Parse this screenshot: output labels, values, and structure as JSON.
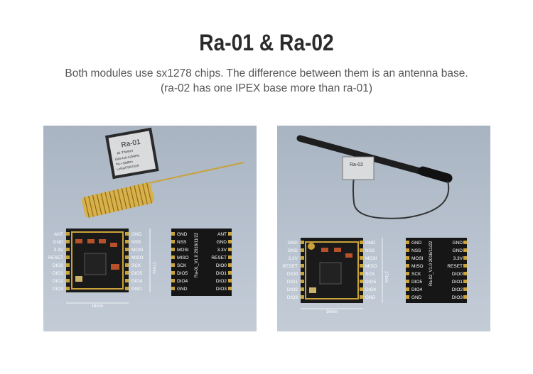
{
  "header": {
    "title": "Ra-01 & Ra-02",
    "line1": "Both modules use sx1278 chips. The difference between them is an antenna base.",
    "line2": "(ra-02 has one IPEX base more than ra-01)"
  },
  "ra01": {
    "chip_label": "Ra-01",
    "chip_lines": [
      "AI-Thinker",
      "ISM:410-525MHz",
      "PA:+18dBm",
      "LoRa/FSK/OOK"
    ],
    "left_pins": [
      "ANT",
      "GND",
      "3.3V",
      "RESET",
      "DIO0",
      "DIO1",
      "DIO2",
      "DIO3"
    ],
    "right_pins": [
      "GND",
      "NSS",
      "MOSI",
      "MISO",
      "SCK",
      "DIO5",
      "DIO4",
      "GND"
    ],
    "back_left_pins": [
      "GND",
      "NSS",
      "MOSI",
      "MISO",
      "SCK",
      "DIO5",
      "DIO4",
      "GND"
    ],
    "back_right_pins": [
      "ANT",
      "GND",
      "3.3V",
      "RESET",
      "DIO0",
      "DIO1",
      "DIO2",
      "DIO3"
    ],
    "back_text": "Ra-01_V1.0 2016/11/22",
    "width_dim": "16mm",
    "height_dim": "17mm"
  },
  "ra02": {
    "chip_label": "Ra-02",
    "left_pins": [
      "GND",
      "GND",
      "3.3V",
      "RESET",
      "DIO0",
      "DIO1",
      "DIO2",
      "DIO3"
    ],
    "right_pins": [
      "GND",
      "NSS",
      "MOSI",
      "MISO",
      "SCK",
      "DIO5",
      "DIO4",
      "GND"
    ],
    "back_left_pins": [
      "GND",
      "NSS",
      "MOSI",
      "MISO",
      "SCK",
      "DIO5",
      "DIO4",
      "GND"
    ],
    "back_right_pins": [
      "GND",
      "GND",
      "3.3V",
      "RESET",
      "DIO0",
      "DIO1",
      "DIO2",
      "DIO3"
    ],
    "back_text": "Ra-02_V1.0 2016/11/22",
    "width_dim": "16mm",
    "height_dim": "17mm"
  },
  "colors": {
    "pcb": "#1a1a1a",
    "gold": "#c9a23a",
    "component": "#b8512a",
    "background": "#b5bfcc"
  }
}
